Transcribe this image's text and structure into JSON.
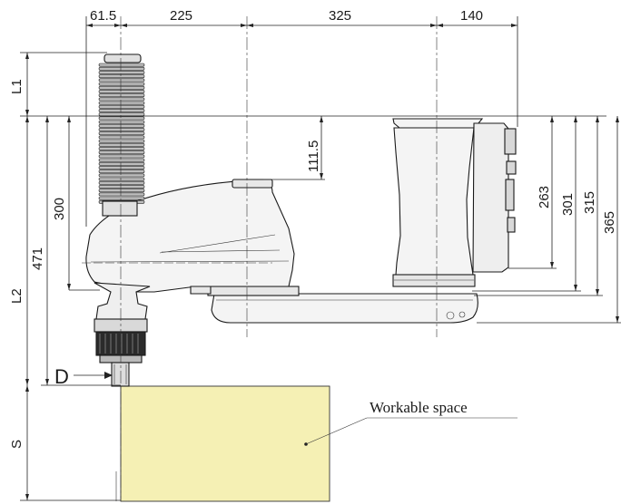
{
  "dimensions": {
    "top": [
      "61.5",
      "225",
      "325",
      "140"
    ],
    "l1": "L1",
    "l2": "L2",
    "s": "S",
    "d": "D",
    "v471": "471",
    "v300": "300",
    "v111_5": "111.5",
    "v263": "263",
    "v301": "301",
    "v315": "315",
    "v365": "365"
  },
  "labels": {
    "workable_space": "Workable space"
  },
  "colors": {
    "workspace_fill": "#f5f0b4",
    "body_fill": "#f4f4f4",
    "bellows_fill": "#bdbdbd",
    "grip_fill": "#2b2b2b"
  }
}
